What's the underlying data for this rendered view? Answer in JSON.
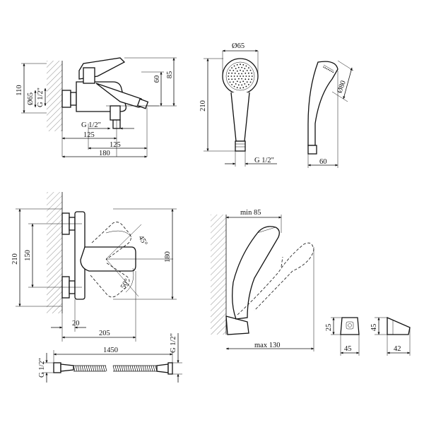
{
  "colors": {
    "line": "#111111",
    "hatch": "#666666",
    "background": "#ffffff"
  },
  "views": {
    "mixer_side": {
      "dims": {
        "h_110": "110",
        "h_85": "85",
        "h_60": "60",
        "d_65": "Ø65",
        "g_left": "G 1/2\"",
        "g_bottom": "G 1/2\"",
        "w_125_a": "125",
        "w_125_b": "125",
        "w_180": "180"
      }
    },
    "hand_shower_front": {
      "dims": {
        "d_65": "Ø65",
        "h_210": "210",
        "g": "G 1/2\""
      }
    },
    "hand_shower_side": {
      "dims": {
        "d_80": "Ø80",
        "w_60": "60"
      }
    },
    "mixer_top": {
      "dims": {
        "h_210": "210",
        "h_150": "150",
        "h_180": "180",
        "angle_45": "45°",
        "angle_50": "50°",
        "w_20": "20",
        "w_205": "205"
      }
    },
    "hose": {
      "dims": {
        "length": "1450",
        "g_left": "G 1/2\"",
        "g_right": "G 1/2\""
      }
    },
    "wall_holder": {
      "dims": {
        "min_85": "min 85",
        "max_130": "max 130"
      }
    },
    "bracket_front": {
      "dims": {
        "h_25": "25",
        "w_45": "45"
      }
    },
    "bracket_side": {
      "dims": {
        "h_45": "45",
        "w_42": "42"
      }
    }
  }
}
